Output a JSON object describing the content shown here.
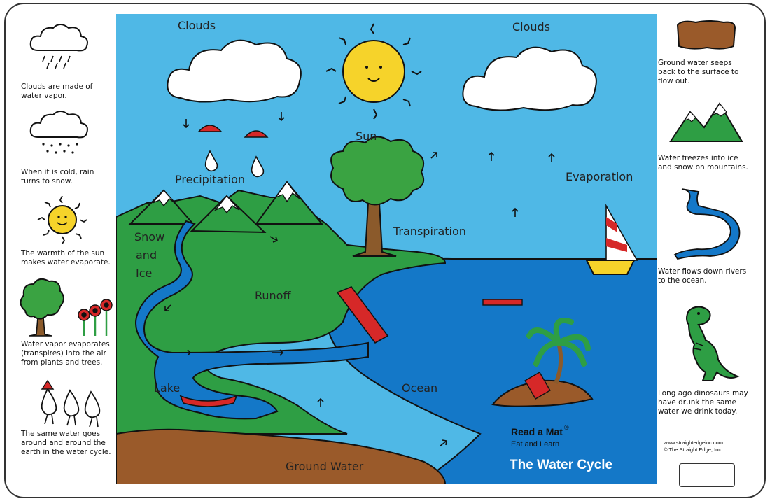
{
  "left_captions": [
    "Clouds are made of water vapor.",
    "When it is cold, rain turns to snow.",
    "The warmth of the sun makes water evaporate.",
    "Water vapor evaporates (transpires) into the air from plants and trees.",
    "The same water goes around and around the earth in the water cycle."
  ],
  "right_captions": [
    "Ground water seeps back to the surface to flow out.",
    "Water freezes into ice and snow on mountains.",
    "Water flows down rivers to the ocean.",
    "Long ago dinosaurs may have drunk the same water we drink today."
  ],
  "scene_labels": {
    "clouds_left": "Clouds",
    "clouds_right": "Clouds",
    "sun": "Sun",
    "precipitation": "Precipitation",
    "evaporation": "Evaporation",
    "snow": "Snow",
    "and": "and",
    "ice": "Ice",
    "transpiration": "Transpiration",
    "runoff": "Runoff",
    "lake": "Lake",
    "ocean": "Ocean",
    "ground_water": "Ground Water"
  },
  "brand": {
    "name": "Read a Mat",
    "registered": "®",
    "tagline": "Eat and Learn",
    "title": "The Water Cycle"
  },
  "credits": {
    "website": "www.straightedgeinc.com",
    "copyright": "© The Straight Edge, Inc."
  },
  "colors": {
    "sky": "#4fb8e6",
    "ocean": "#1478c8",
    "land": "#2e9e44",
    "ground": "#9a5a2a",
    "sun": "#f6d32a",
    "title_text": "#ffffff"
  }
}
